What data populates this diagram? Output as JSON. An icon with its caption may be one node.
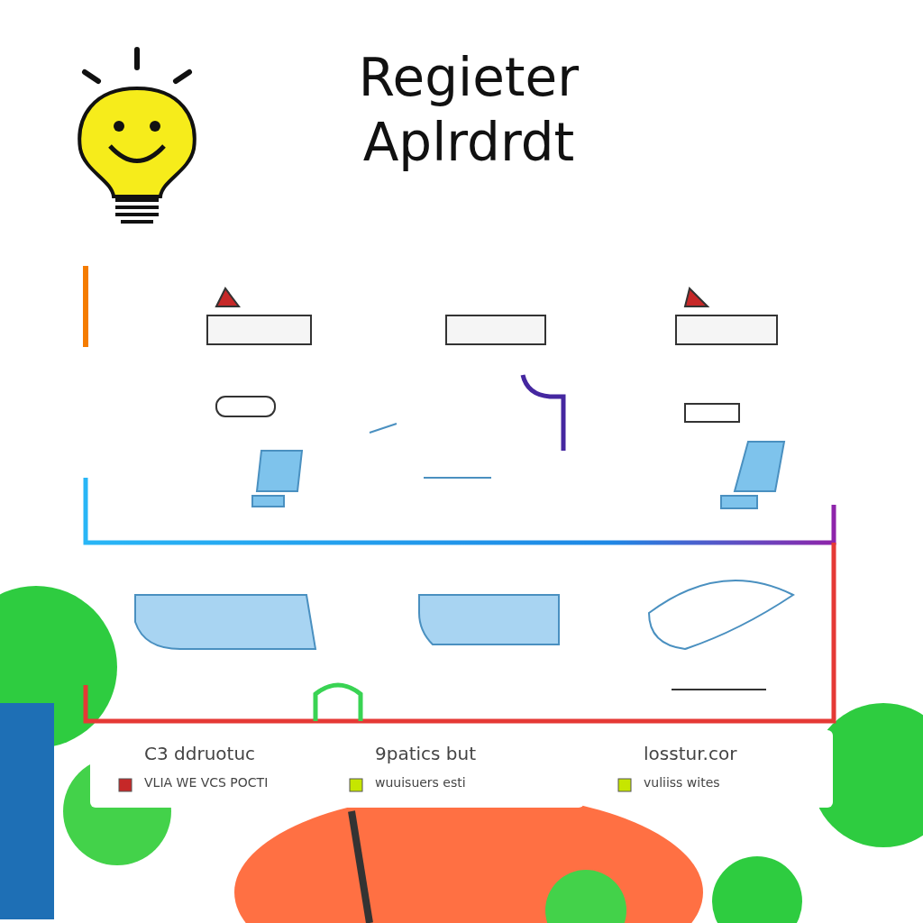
{
  "diagram": {
    "title": "Regieter Aplrdrdt",
    "nodes": [
      {
        "text": [
          "C3 ddruotuc",
          "VLIA WE VCS POCTI"
        ]
      },
      {
        "text": [
          "9patics but",
          "wuuisuers esti"
        ]
      },
      {
        "text": [
          "losstur.cor",
          "vuliiss wites"
        ]
      }
    ]
  }
}
